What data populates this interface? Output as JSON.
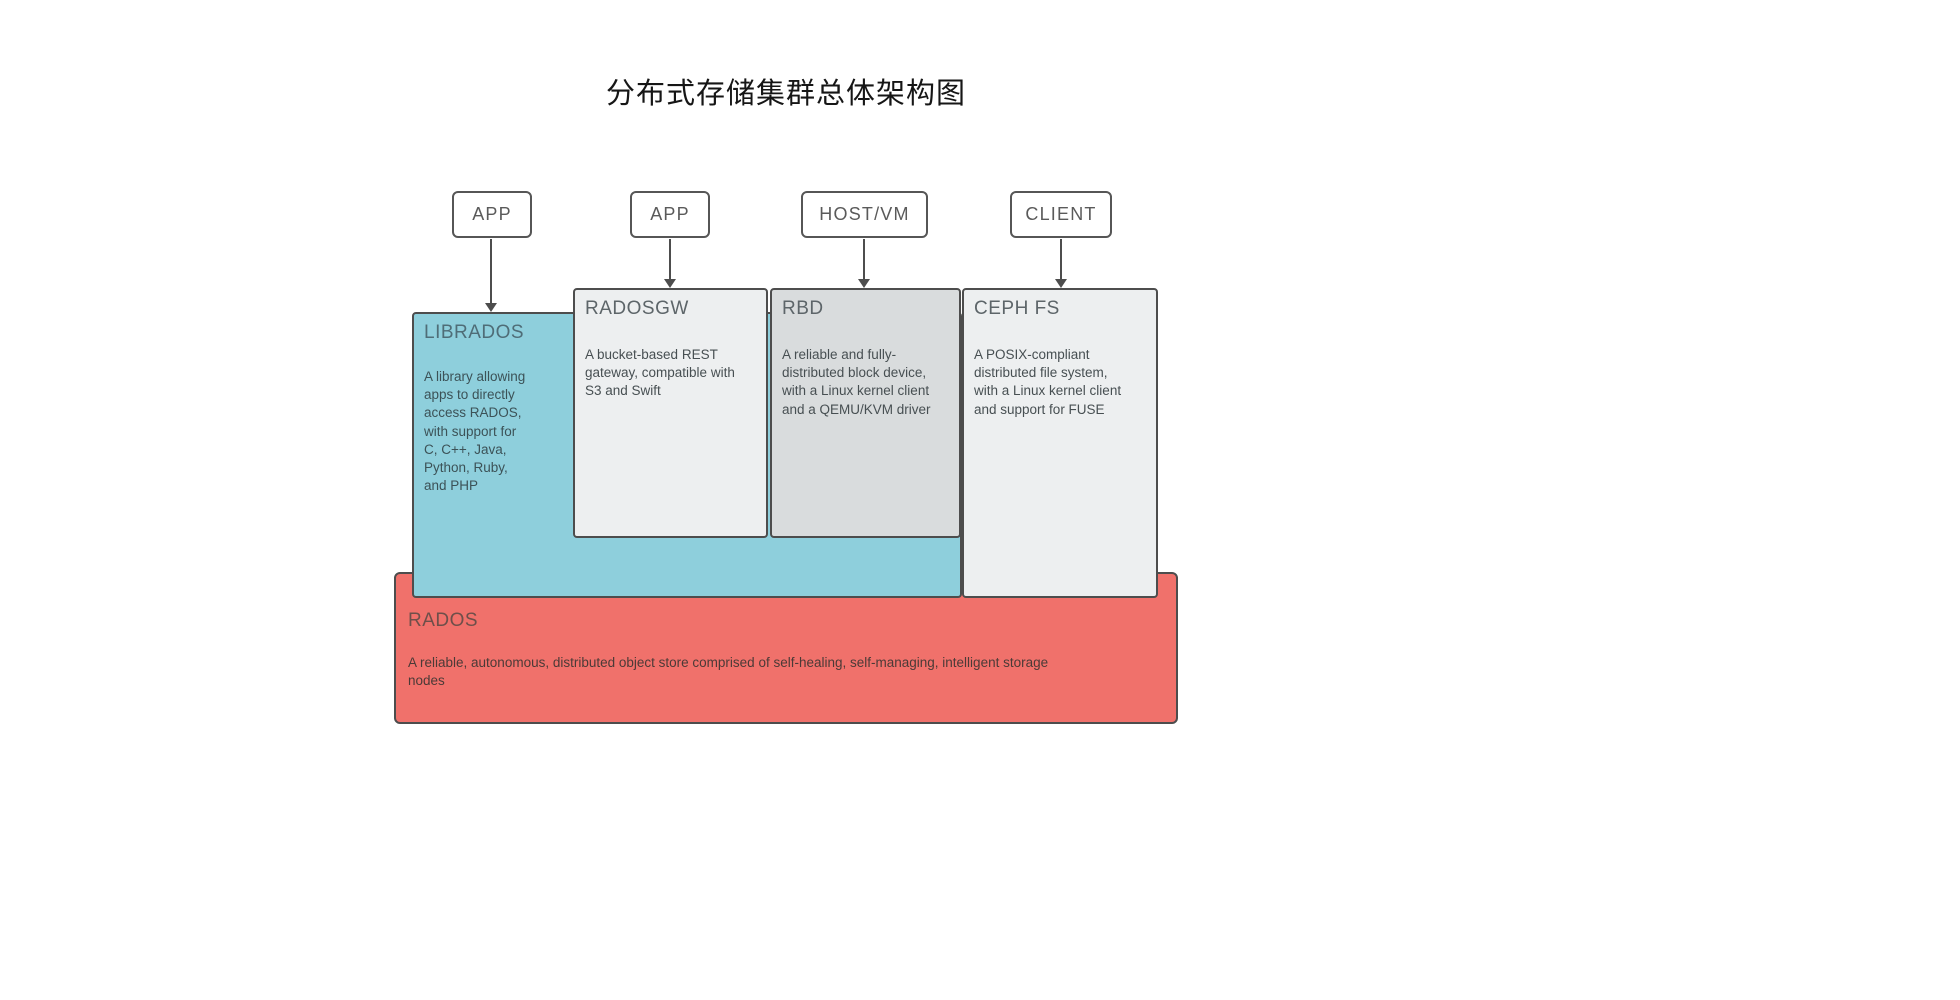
{
  "page": {
    "title": "分布式存储集群总体架构图"
  },
  "top_nodes": [
    {
      "id": "app-1",
      "label": "APP"
    },
    {
      "id": "app-2",
      "label": "APP"
    },
    {
      "id": "host-vm",
      "label": "HOST/VM"
    },
    {
      "id": "client",
      "label": "CLIENT"
    }
  ],
  "layers": {
    "librados": {
      "title": "LIBRADOS",
      "description": "A library allowing\napps to directly\naccess RADOS,\nwith support for\nC, C++, Java,\nPython, Ruby,\nand PHP"
    },
    "radosgw": {
      "title": "RADOSGW",
      "description": "A bucket-based REST\ngateway, compatible with\nS3 and Swift"
    },
    "rbd": {
      "title": "RBD",
      "description": "A reliable and fully-\ndistributed block device,\nwith a Linux kernel client\nand a QEMU/KVM driver"
    },
    "cephfs": {
      "title": "CEPH FS",
      "description": "A POSIX-compliant\ndistributed file system,\nwith a Linux kernel client\nand support for FUSE"
    },
    "rados": {
      "title": "RADOS",
      "description": "A reliable, autonomous, distributed object store comprised of self-healing, self-managing, intelligent storage\nnodes"
    }
  },
  "connections": [
    {
      "from": "APP",
      "to": "LIBRADOS"
    },
    {
      "from": "APP",
      "to": "RADOSGW"
    },
    {
      "from": "HOST/VM",
      "to": "RBD"
    },
    {
      "from": "CLIENT",
      "to": "CEPH FS"
    }
  ],
  "colors": {
    "librados_fill": "#8ecfdc",
    "radosgw_fill": "#edeff0",
    "rbd_fill": "#d9dcdd",
    "cephfs_fill": "#edeff0",
    "rados_fill": "#f0716b",
    "node_fill": "#ffffff",
    "border": "#4d4d4d"
  }
}
